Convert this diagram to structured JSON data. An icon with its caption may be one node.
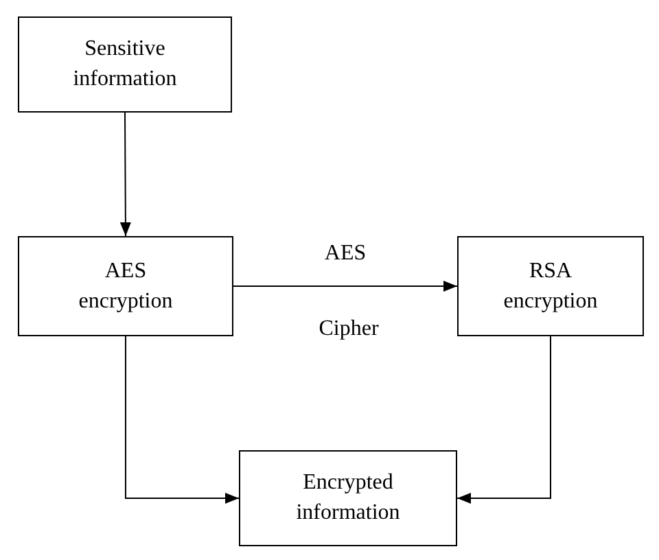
{
  "diagram": {
    "nodes": [
      {
        "text": [
          "Sensitive information"
        ]
      },
      {
        "text": [
          "AES encryption"
        ]
      },
      {
        "text": [
          "RSA encryption"
        ]
      },
      {
        "text": [
          "Encrypted information"
        ]
      }
    ],
    "edges": [
      {
        "from": 0,
        "to": 1,
        "arrow": "to"
      },
      {
        "from": 1,
        "to": 2,
        "arrow": "to",
        "label": "AES"
      },
      {
        "from": 1,
        "to": 3,
        "arrow": "to"
      },
      {
        "from": 2,
        "to": 3,
        "arrow": "to"
      }
    ],
    "labels": [
      "Cipher"
    ]
  }
}
